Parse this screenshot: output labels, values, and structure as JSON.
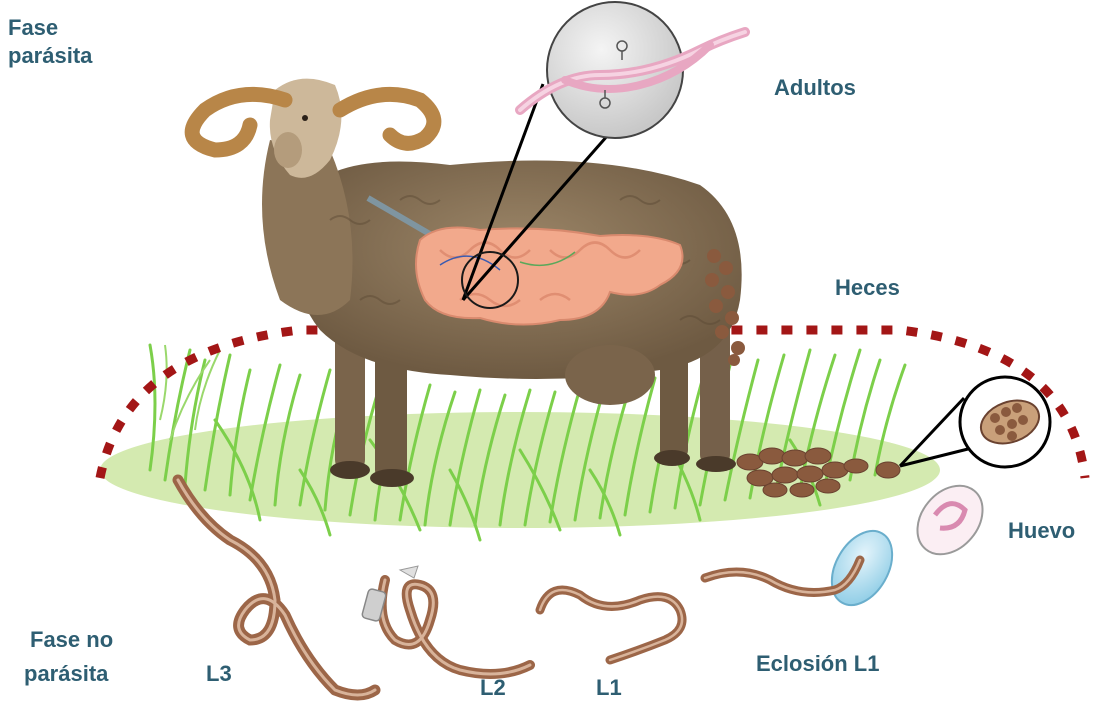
{
  "labels": {
    "parasitic_phase": [
      "Fase",
      "parásita"
    ],
    "adults": "Adultos",
    "feces": "Heces",
    "egg": "Huevo",
    "hatching": "Eclosión L1",
    "non_parasitic_phase": [
      "Fase no",
      "parásita"
    ],
    "l3": "L3",
    "l2": "L2",
    "l1": "L1"
  },
  "colors": {
    "label_text": "#2e5e72",
    "boundary_dashes": "#a31616",
    "grass": "#7ccf4a",
    "grass_ground": "#d4eab0",
    "wool": "#8a7459",
    "intestine": "#f2a98c",
    "larva_body": "#9c6648",
    "egg_shell": "#b8e0f0",
    "feces": "#8a5a3e"
  },
  "icons": [
    "sheep-illustration",
    "intestine-illustration",
    "adult-worms-magnifier",
    "egg-magnifier",
    "feces-pellets",
    "larva-l1",
    "larva-l2",
    "larva-l3",
    "hatching-egg"
  ]
}
